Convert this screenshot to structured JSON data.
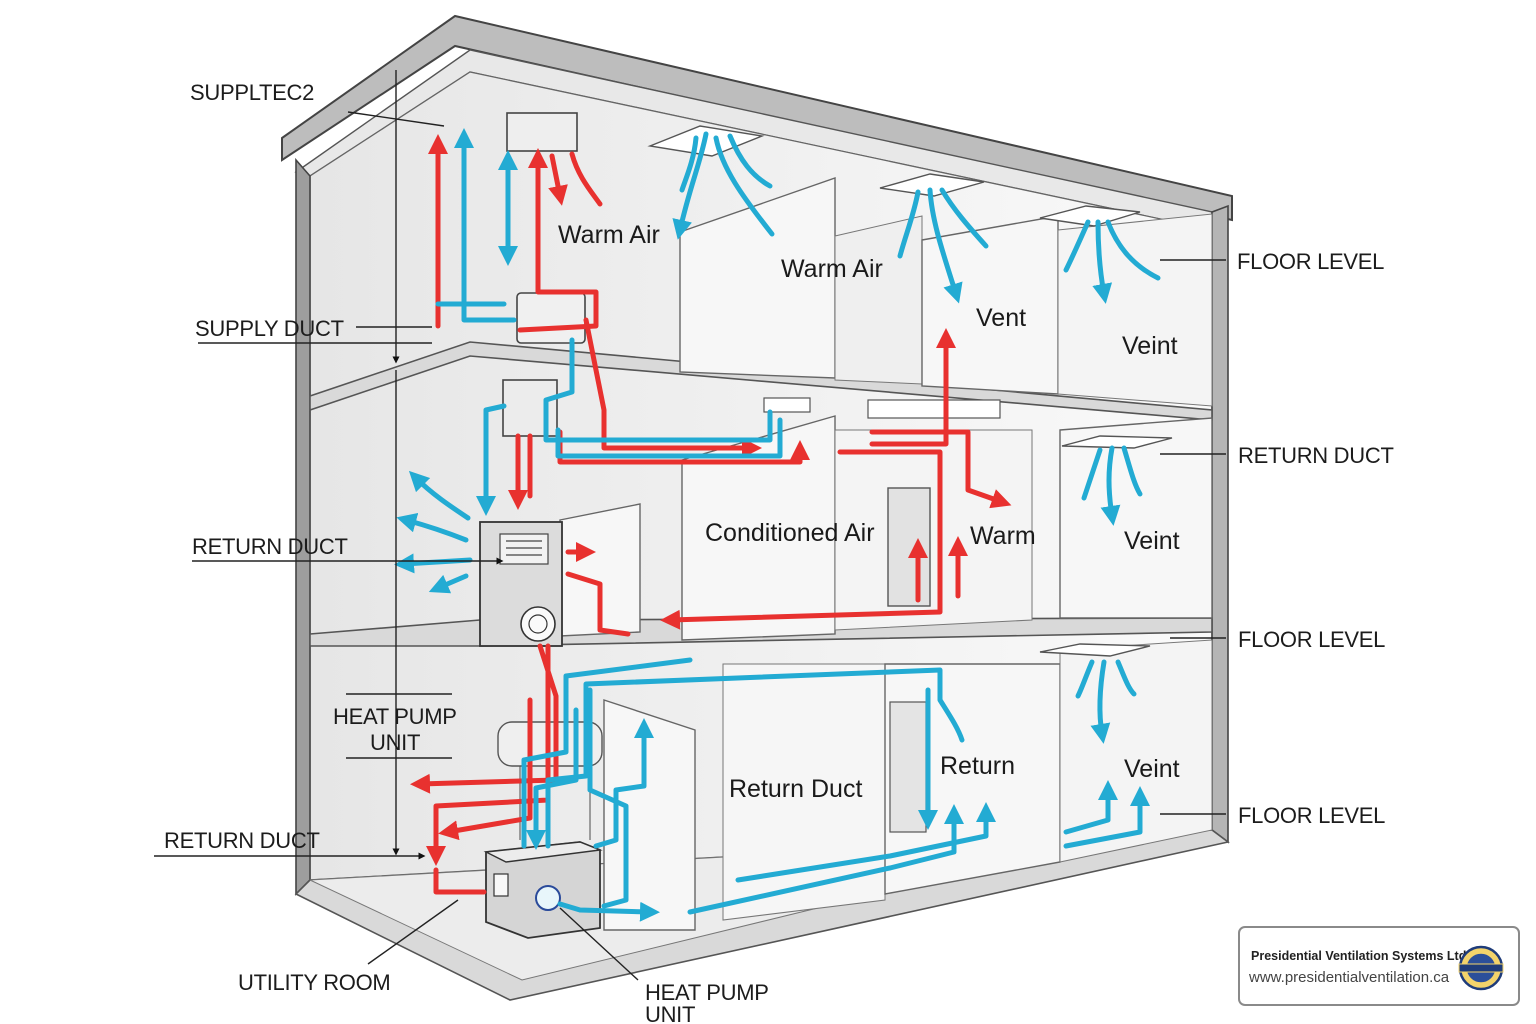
{
  "callouts": {
    "top_left": "SUPPLTEC2",
    "supply_duct": "SUPPLY DUCT",
    "return_duct_mid": "RETURN DUCT",
    "heat_pump_unit_left_line1": "HEAT PUMP",
    "heat_pump_unit_left_line2": "UNIT",
    "return_duct_low": "RETURN DUCT",
    "utility_room": "UTILITY ROOM",
    "heat_pump_unit_bottom_line1": "HEAT PUMP",
    "heat_pump_unit_bottom_line2": "UNIT",
    "floor_level_top": "FLOOR LEVEL",
    "return_duct_right": "RETURN DUCT",
    "floor_level_mid": "FLOOR LEVEL",
    "floor_level_bottom": "FLOOR LEVEL"
  },
  "rooms": {
    "warm_air_1": "Warm Air",
    "warm_air_2": "Warm Air",
    "vent_top": "Vent",
    "veint_top": "Veint",
    "conditioned_air": "Conditioned Air",
    "warm": "Warm",
    "veint_mid": "Veint",
    "return_duct_room": "Return Duct",
    "return": "Return",
    "veint_bottom": "Veint"
  },
  "logo": {
    "company": "Presidential Ventilation Systems Ltd.",
    "url": "www.presidentialventilation.ca",
    "seal_icon": "presidential-seal-icon"
  },
  "colors": {
    "warm_airflow": "#e8312f",
    "cool_airflow": "#23abd3"
  }
}
